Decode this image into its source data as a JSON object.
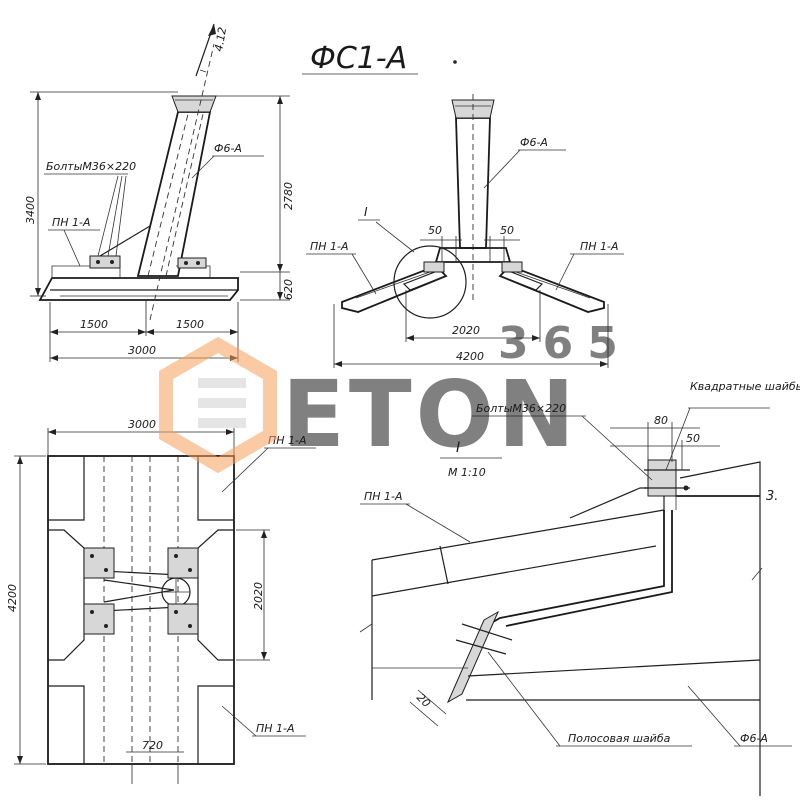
{
  "title": "ФС1-А",
  "dims": {
    "top_angle": "4.12",
    "height_total": "3400",
    "height_post": "2780",
    "height_base": "620",
    "half_a": "1500",
    "half_b": "1500",
    "width_side": "3000",
    "gap_left": "50",
    "gap_right": "50",
    "inner_width": "2020",
    "outer_width": "4200",
    "plan_width": "3000",
    "plan_height": "4200",
    "plan_inner": "2020",
    "plan_gap": "720",
    "detail_80": "80",
    "detail_50": "50",
    "detail_20": "20"
  },
  "labels": {
    "bolts_side": "БолтыМ36×220",
    "pn_side": "ПН 1-А",
    "f6_side": "Ф6-А",
    "f6_front": "Ф6-А",
    "pn_front_left": "ПН 1-А",
    "pn_front_right": "ПН 1-А",
    "section_mark": "I",
    "pn_plan_top": "ПН 1-А",
    "pn_plan_bottom": "ПН 1-А",
    "bolts_detail": "БолтыМ36×220",
    "square_washers": "Квадратные шайбы",
    "detail_title": "I",
    "detail_scale": "М 1:10",
    "pn_detail": "ПН 1-А",
    "detail_3": "3.",
    "strip_washer": "Полосовая шайба",
    "f6_detail": "Ф6-А"
  },
  "watermark": {
    "number": "365",
    "text": "ETON",
    "accent": "#f5a05a",
    "gray": "#c8c8c8"
  }
}
